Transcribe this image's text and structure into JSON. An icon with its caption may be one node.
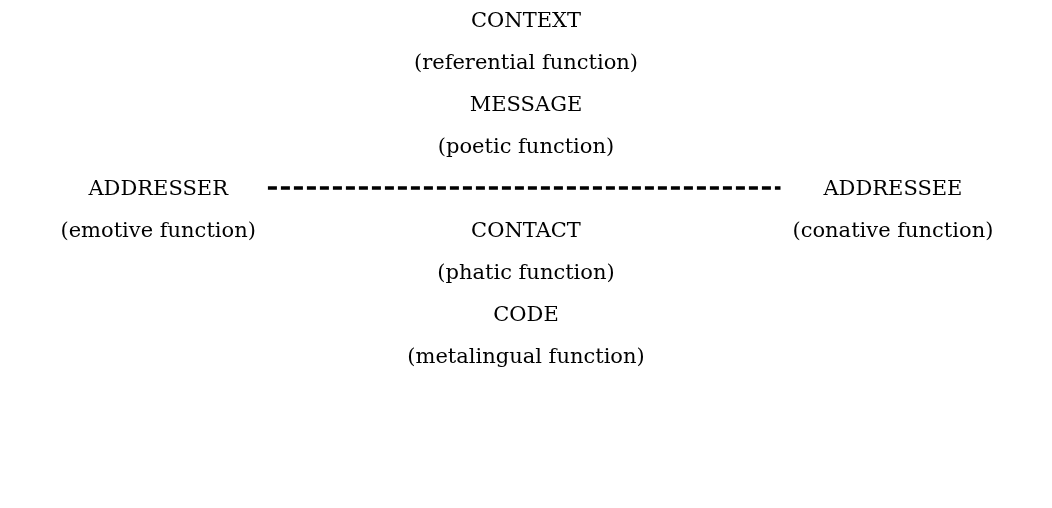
{
  "diagram": {
    "nodes": [
      {
        "text": [
          "ADDRESSER",
          "(emotive function)"
        ]
      },
      {
        "text": [
          "ADDRESSEE",
          "(conative function)"
        ]
      }
    ],
    "edges": [
      {
        "from": 0,
        "to": 1,
        "arrow": "none",
        "style": "dashed"
      }
    ],
    "labels": [
      "CONTEXT",
      "(referential function)",
      "MESSAGE",
      "(poetic function)",
      "CONTACT",
      "(phatic function)",
      "CODE",
      "(metalingual function)"
    ]
  }
}
